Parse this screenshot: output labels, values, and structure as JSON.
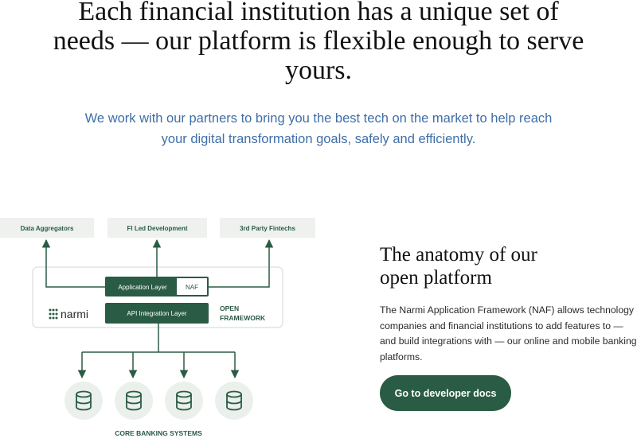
{
  "hero": {
    "title": "Each financial institution has a unique set of needs — our platform is flexible enough to serve yours.",
    "subtitle": "We work with our partners to bring you the best tech on the market to help reach your digital transformation goals, safely and efficiently."
  },
  "diagram": {
    "top_boxes": [
      "Data Aggregators",
      "FI Led Development",
      "3rd Party Fintechs"
    ],
    "application_layer": "Application Layer",
    "naf": "NAF",
    "api_integration_layer": "API Integration Layer",
    "open_framework_line1": "OPEN",
    "open_framework_line2": "FRAMEWORK",
    "logo_text": "narmi",
    "core_banking_label": "CORE BANKING SYSTEMS",
    "colors": {
      "dark_green": "#2a5b45",
      "light_box": "#eef1ee",
      "circle_bg": "#ebf0ec",
      "frame_border": "#d3d6d3"
    }
  },
  "anatomy": {
    "title_line1": "The anatomy of our",
    "title_line2": "open platform",
    "description": "The Narmi Application Framework (NAF) allows technology companies and financial institutions to add features to — and build integrations with — our online and mobile banking platforms.",
    "button_label": "Go to developer docs"
  }
}
